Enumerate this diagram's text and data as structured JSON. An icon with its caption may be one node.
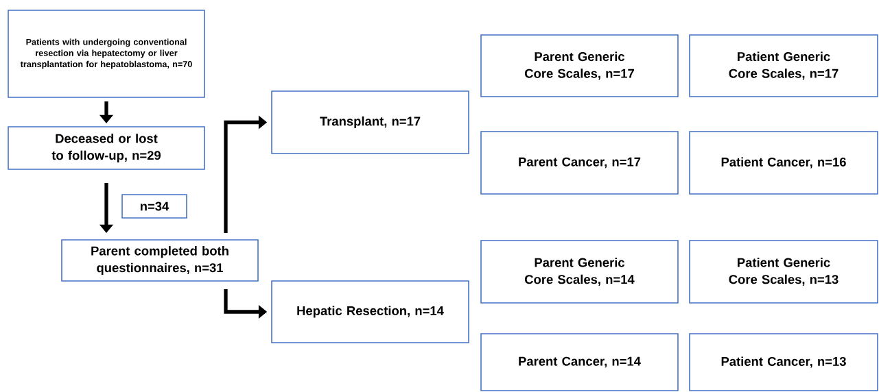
{
  "diagram": {
    "nodes": [
      {
        "text": [
          "Patients with undergoing conventional resection via hepatectomy or liver transplantation for hepatoblastoma, n=70"
        ]
      },
      {
        "text": [
          "Deceased or lost to follow-up, n=29"
        ]
      },
      {
        "text": [
          "n=34"
        ]
      },
      {
        "text": [
          "Parent completed both questionnaires, n=31"
        ]
      },
      {
        "text": [
          "Transplant, n=17"
        ]
      },
      {
        "text": [
          "Hepatic Resection, n=14"
        ]
      },
      {
        "text": [
          "Parent Generic Core Scales, n=17"
        ]
      },
      {
        "text": [
          "Patient Generic Core Scales, n=17"
        ]
      },
      {
        "text": [
          "Parent Cancer, n=17"
        ]
      },
      {
        "text": [
          "Patient Cancer, n=16"
        ]
      },
      {
        "text": [
          "Parent Generic Core Scales, n=14"
        ]
      },
      {
        "text": [
          "Patient Generic Core Scales, n=13"
        ]
      },
      {
        "text": [
          "Parent Cancer, n=14"
        ]
      },
      {
        "text": [
          "Patient Cancer, n=13"
        ]
      }
    ],
    "edges": [
      {
        "from": 0,
        "to": 1,
        "arrow": "to"
      },
      {
        "from": 1,
        "to": 3,
        "arrow": "to"
      },
      {
        "from": 3,
        "to": 4,
        "arrow": "to"
      },
      {
        "from": 3,
        "to": 5,
        "arrow": "to"
      }
    ]
  }
}
